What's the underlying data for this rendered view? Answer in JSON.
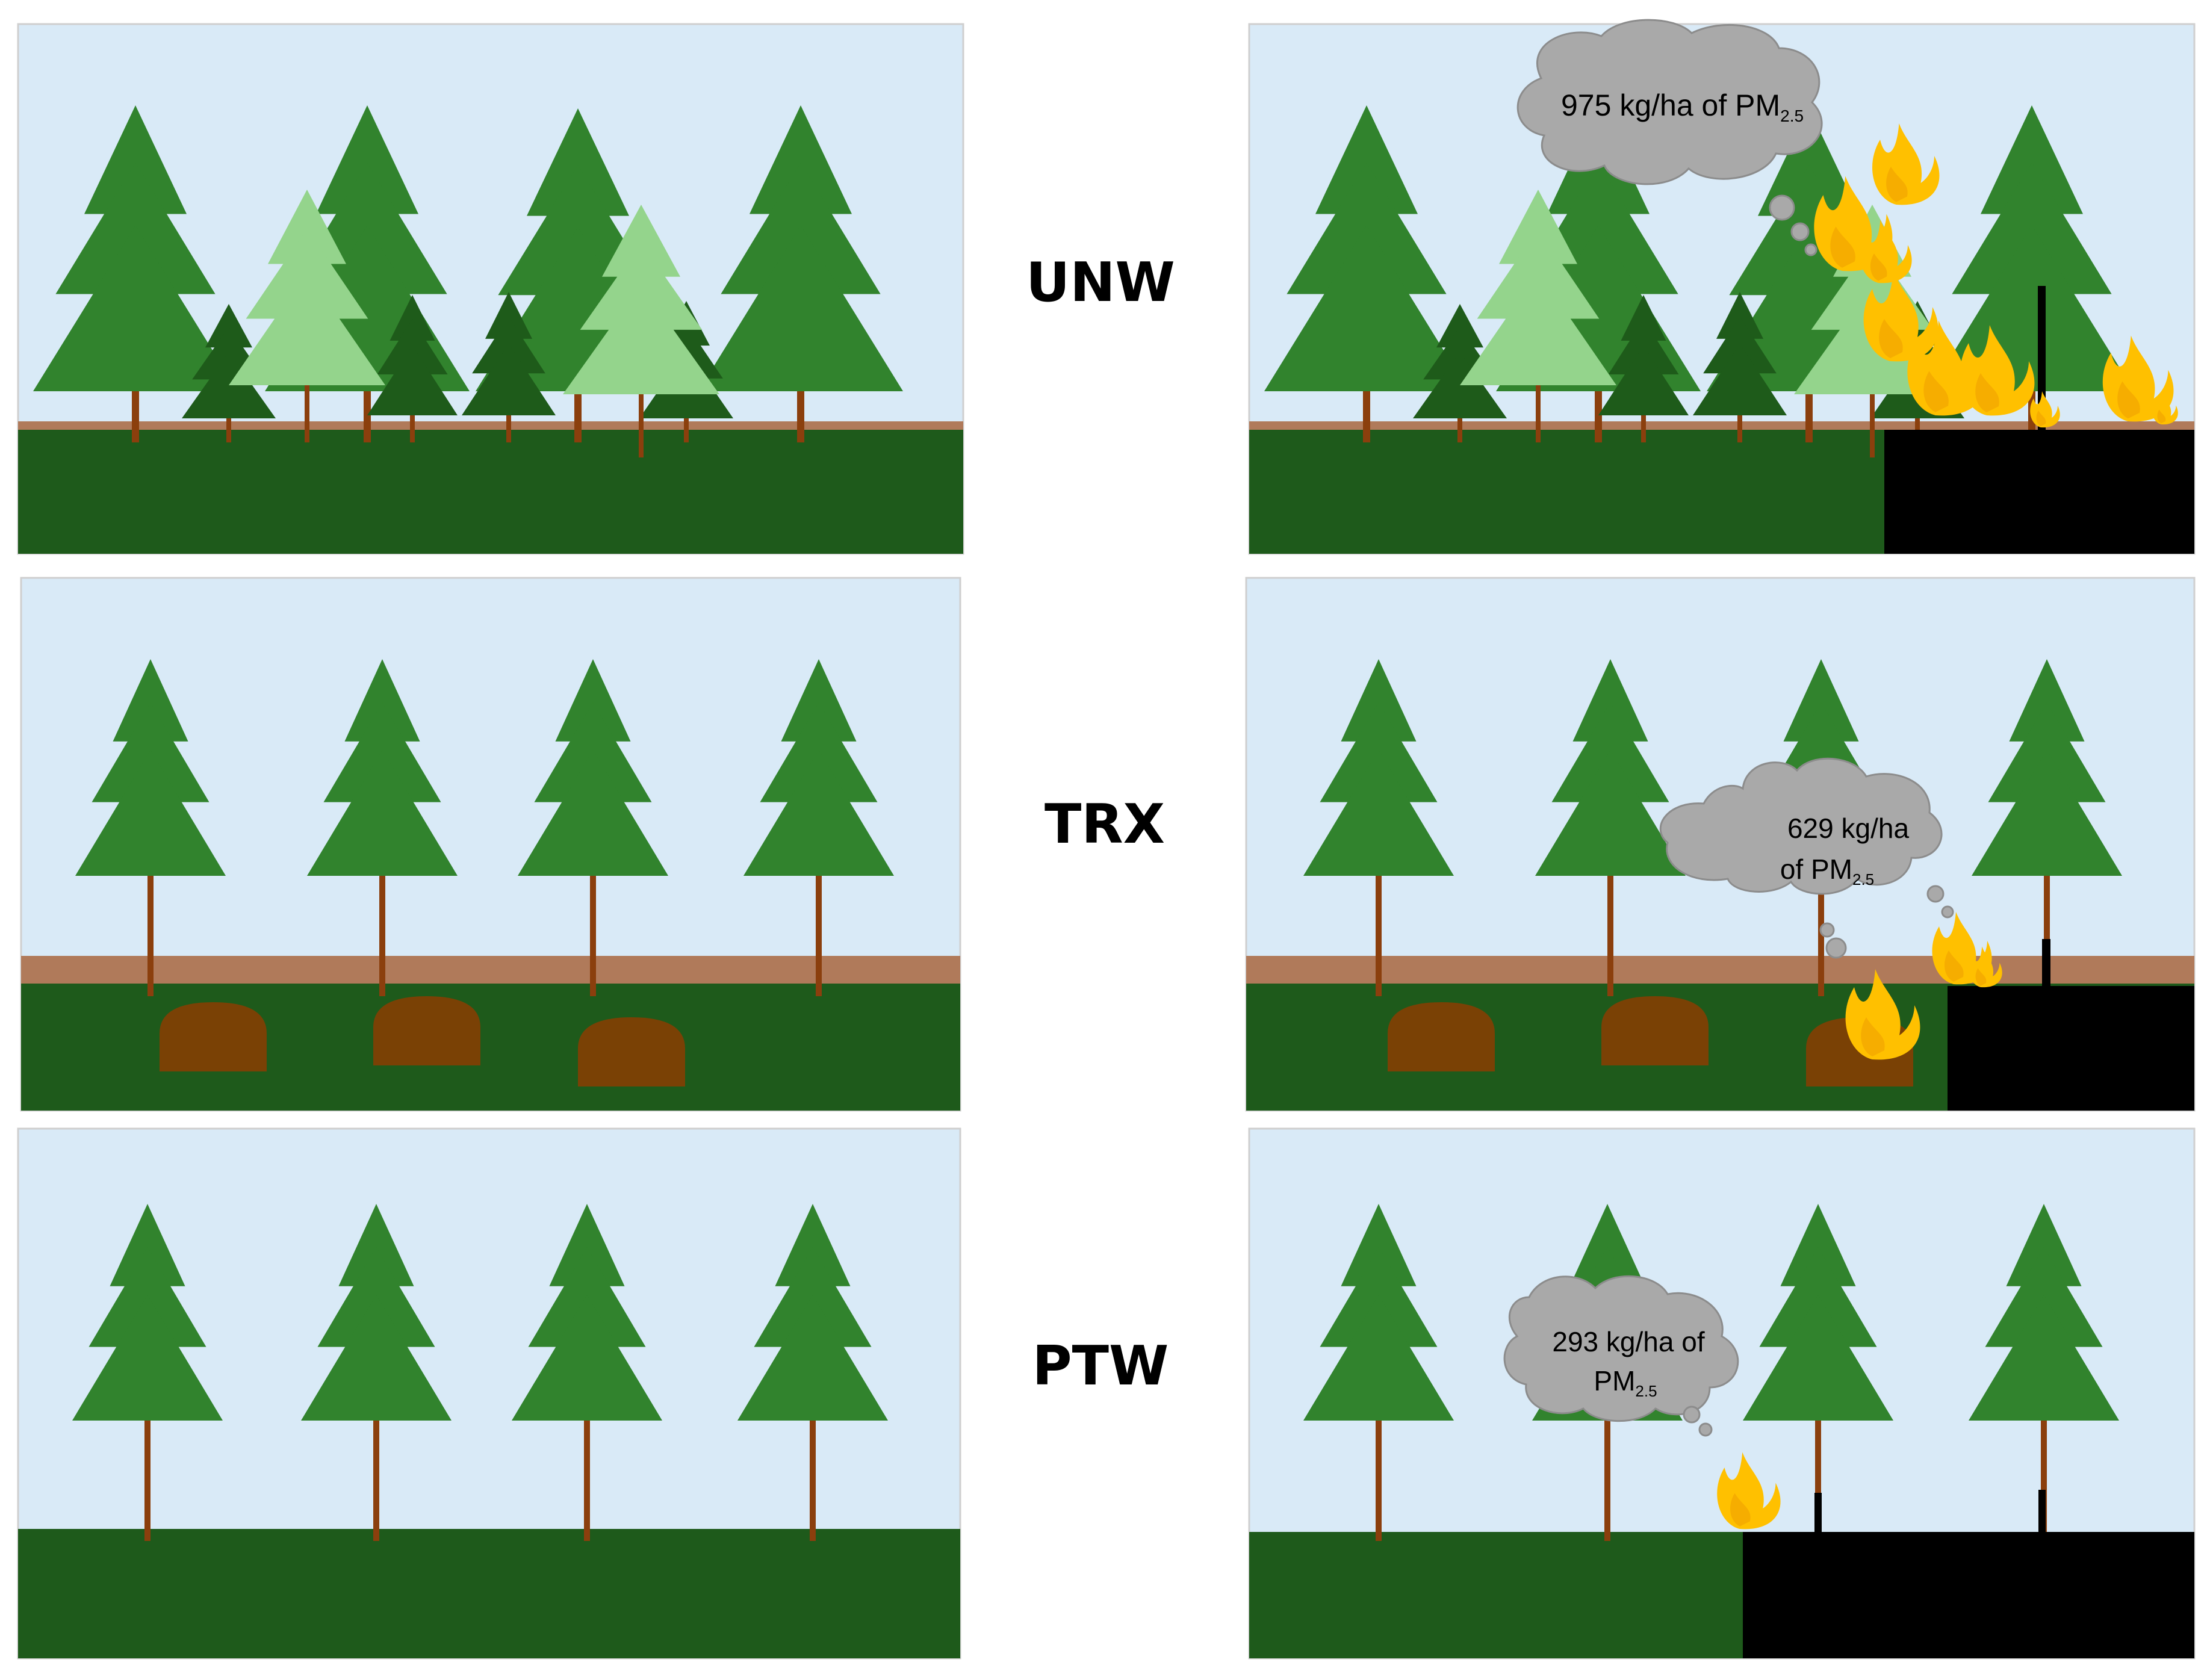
{
  "treatments": [
    {
      "label": "UNW",
      "emission": {
        "line1": "975 kg/ha of PM",
        "sub": "2.5",
        "line2": ""
      }
    },
    {
      "label": "TRX",
      "emission": {
        "line1": "629 kg/ha",
        "sub": "2.5",
        "line2": "of PM"
      }
    },
    {
      "label": "PTW",
      "emission": {
        "line1": "293 kg/ha of",
        "sub": "2.5",
        "line2": "PM"
      }
    }
  ],
  "colors": {
    "sky": "#d9eaf7",
    "ground": "#1e5a1b",
    "litter": "#b07a5a",
    "tree": "#31832d",
    "tree_light": "#94d48c",
    "tree_dark": "#1e5b1a",
    "trunk": "#8b3f0d",
    "pile": "#7a4105",
    "burned": "#000000",
    "flame": "#ffc000",
    "smoke": "#a9a9a9"
  }
}
